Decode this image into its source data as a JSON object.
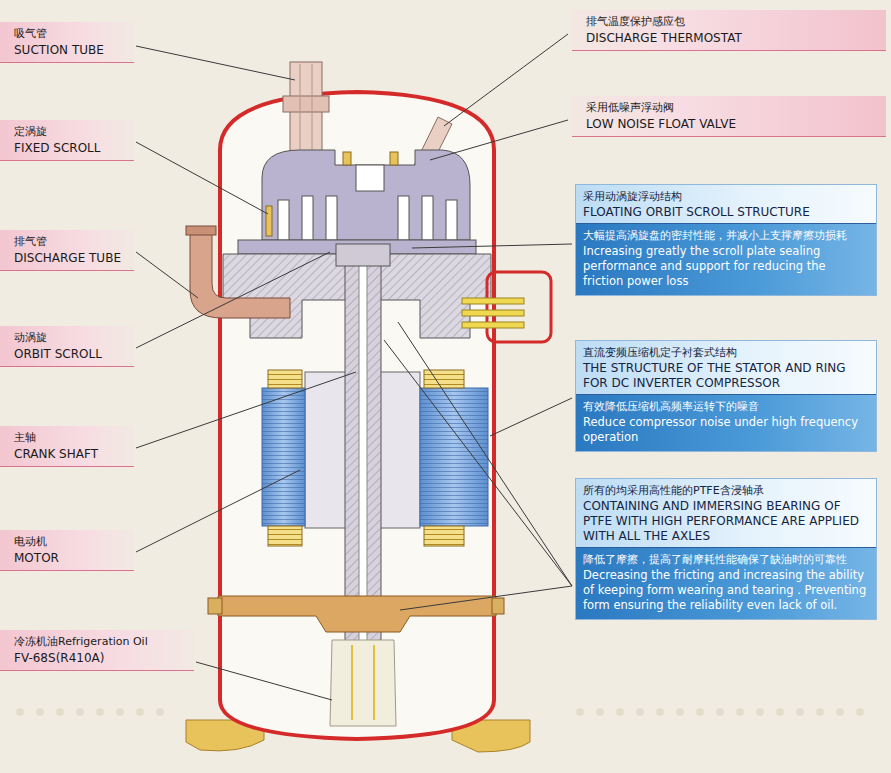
{
  "diagram": {
    "nodes": [
      {
        "text": [
          "吸气管",
          "SUCTION TUBE"
        ]
      },
      {
        "text": [
          "定涡旋",
          "FIXED SCROLL"
        ]
      },
      {
        "text": [
          "排气管",
          "DISCHARGE TUBE"
        ]
      },
      {
        "text": [
          "动涡旋",
          "ORBIT SCROLL"
        ]
      },
      {
        "text": [
          "主轴",
          "CRANK SHAFT"
        ]
      },
      {
        "text": [
          "电动机",
          "MOTOR"
        ]
      },
      {
        "text": [
          "冷冻机油Refrigeration Oil",
          "FV-68S(R410A)"
        ]
      },
      {
        "text": [
          "排气温度保护感应包",
          "DISCHARGE THERMOSTAT"
        ]
      },
      {
        "text": [
          "采用低噪声浮动阀",
          "LOW NOISE FLOAT VALVE"
        ]
      },
      {
        "text": [
          "采用动涡旋浮动结构",
          "FLOATING ORBIT SCROLL STRUCTURE",
          "大幅提高涡旋盘的密封性能，并减小上支撑摩擦功损耗",
          "Increasing greatly the scroll plate sealing performance and support for reducing the friction power loss"
        ]
      },
      {
        "text": [
          "直流变频压缩机定子衬套式结构",
          "THE STRUCTURE OF THE STATOR AND RING FOR DC INVERTER COMPRESSOR",
          "有效降低压缩机高频率运转下的噪音",
          "Reduce compressor noise under high frequency operation"
        ]
      },
      {
        "text": [
          "所有的均采用高性能的PTFE含浸轴承",
          "CONTAINING AND IMMERSING BEARING OF PTFE WITH HIGH PERFORMANCE ARE APPLIED WITH ALL THE AXLES",
          "降低了摩擦，提高了耐摩耗性能确保了缺油时的可靠性",
          "Decreasing the fricting and increasing the ability of keeping form wearing and tearing . Preventing form ensuring the reliability even lack of oil."
        ]
      }
    ]
  }
}
